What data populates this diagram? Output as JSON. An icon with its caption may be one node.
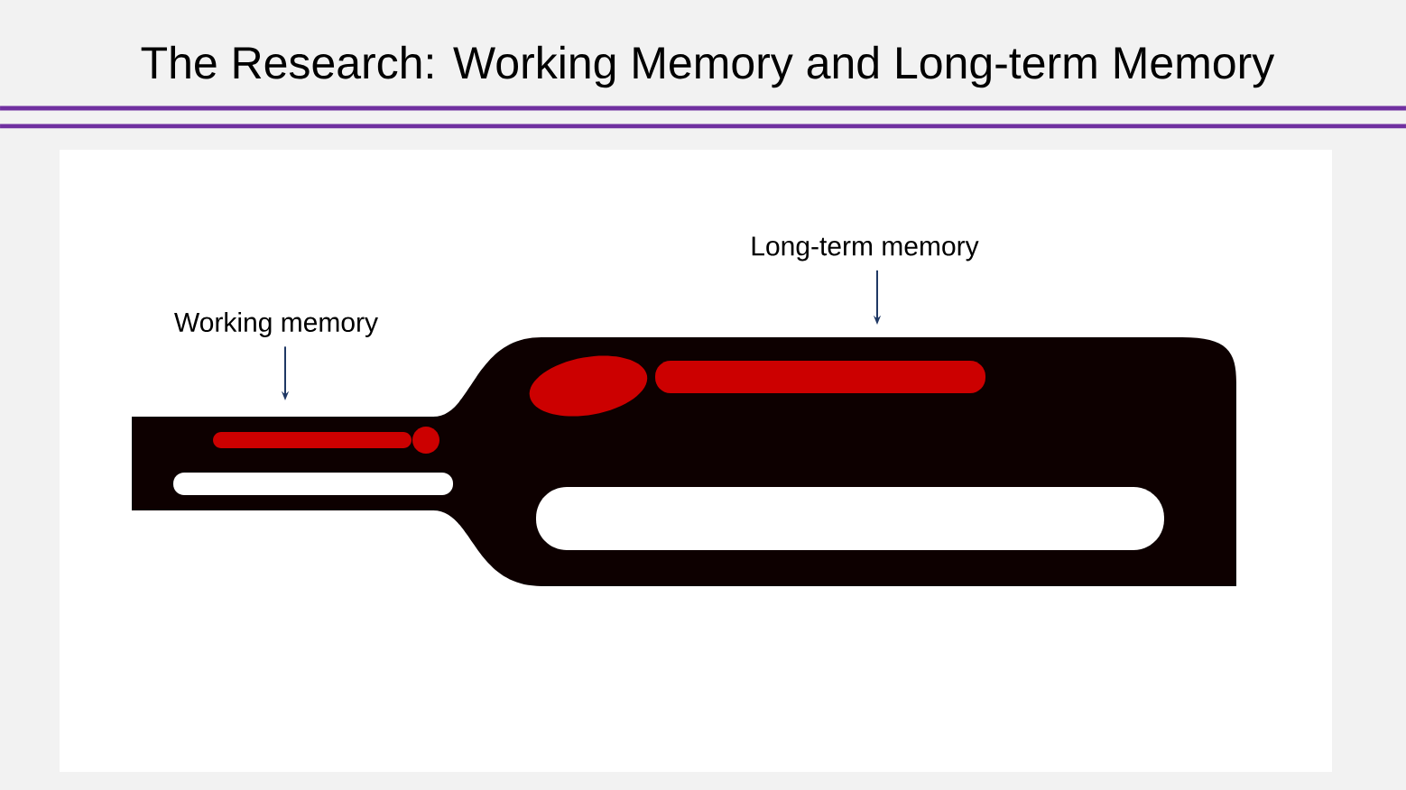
{
  "diagram": {
    "title": "The Research: Working Memory and Long-term Memory",
    "nodes": [
      {
        "text": [
          "Working memory"
        ]
      },
      {
        "text": [
          "Long-term memory"
        ]
      }
    ],
    "edges": [
      {
        "from": 0,
        "to": null,
        "arrow": "to"
      },
      {
        "from": 1,
        "to": null,
        "arrow": "to"
      }
    ]
  }
}
